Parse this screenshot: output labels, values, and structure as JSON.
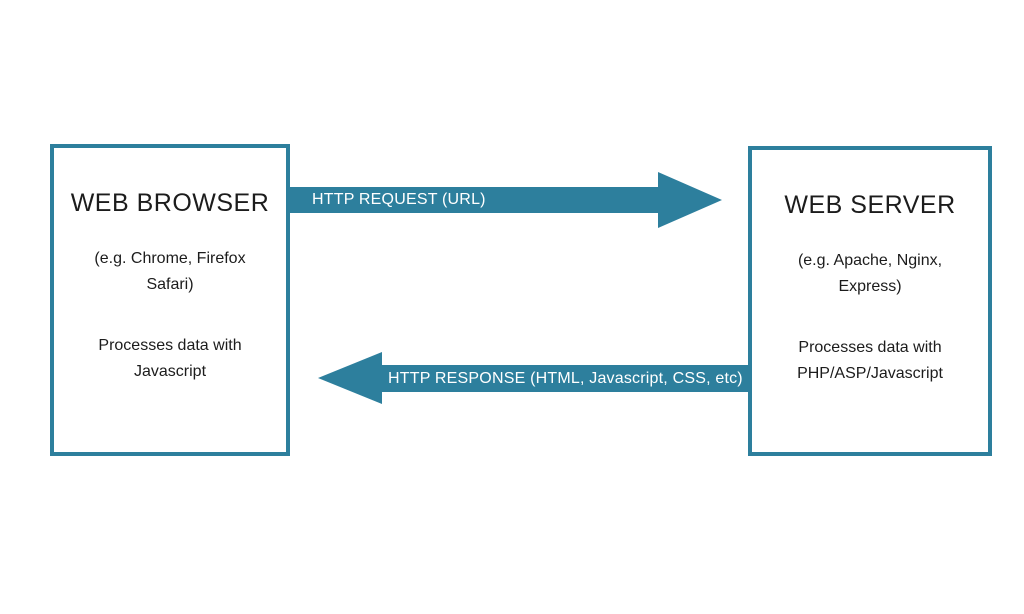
{
  "colors": {
    "accent": "#2d7f9d",
    "box_bg": "#ffffff",
    "text": "#1c1c1c",
    "arrow_text": "#ffffff"
  },
  "diagram": {
    "browser": {
      "title": "WEB BROWSER",
      "subtitle": "(e.g. Chrome, Firefox\nSafari)",
      "description": "Processes data with\nJavascript"
    },
    "server": {
      "title": "WEB SERVER",
      "subtitle": "(e.g. Apache, Nginx,\nExpress)",
      "description": "Processes data with\nPHP/ASP/Javascript"
    },
    "request_arrow": {
      "label": "HTTP REQUEST (URL)",
      "direction": "right"
    },
    "response_arrow": {
      "label": "HTTP RESPONSE (HTML, Javascript, CSS, etc)",
      "direction": "left"
    }
  }
}
